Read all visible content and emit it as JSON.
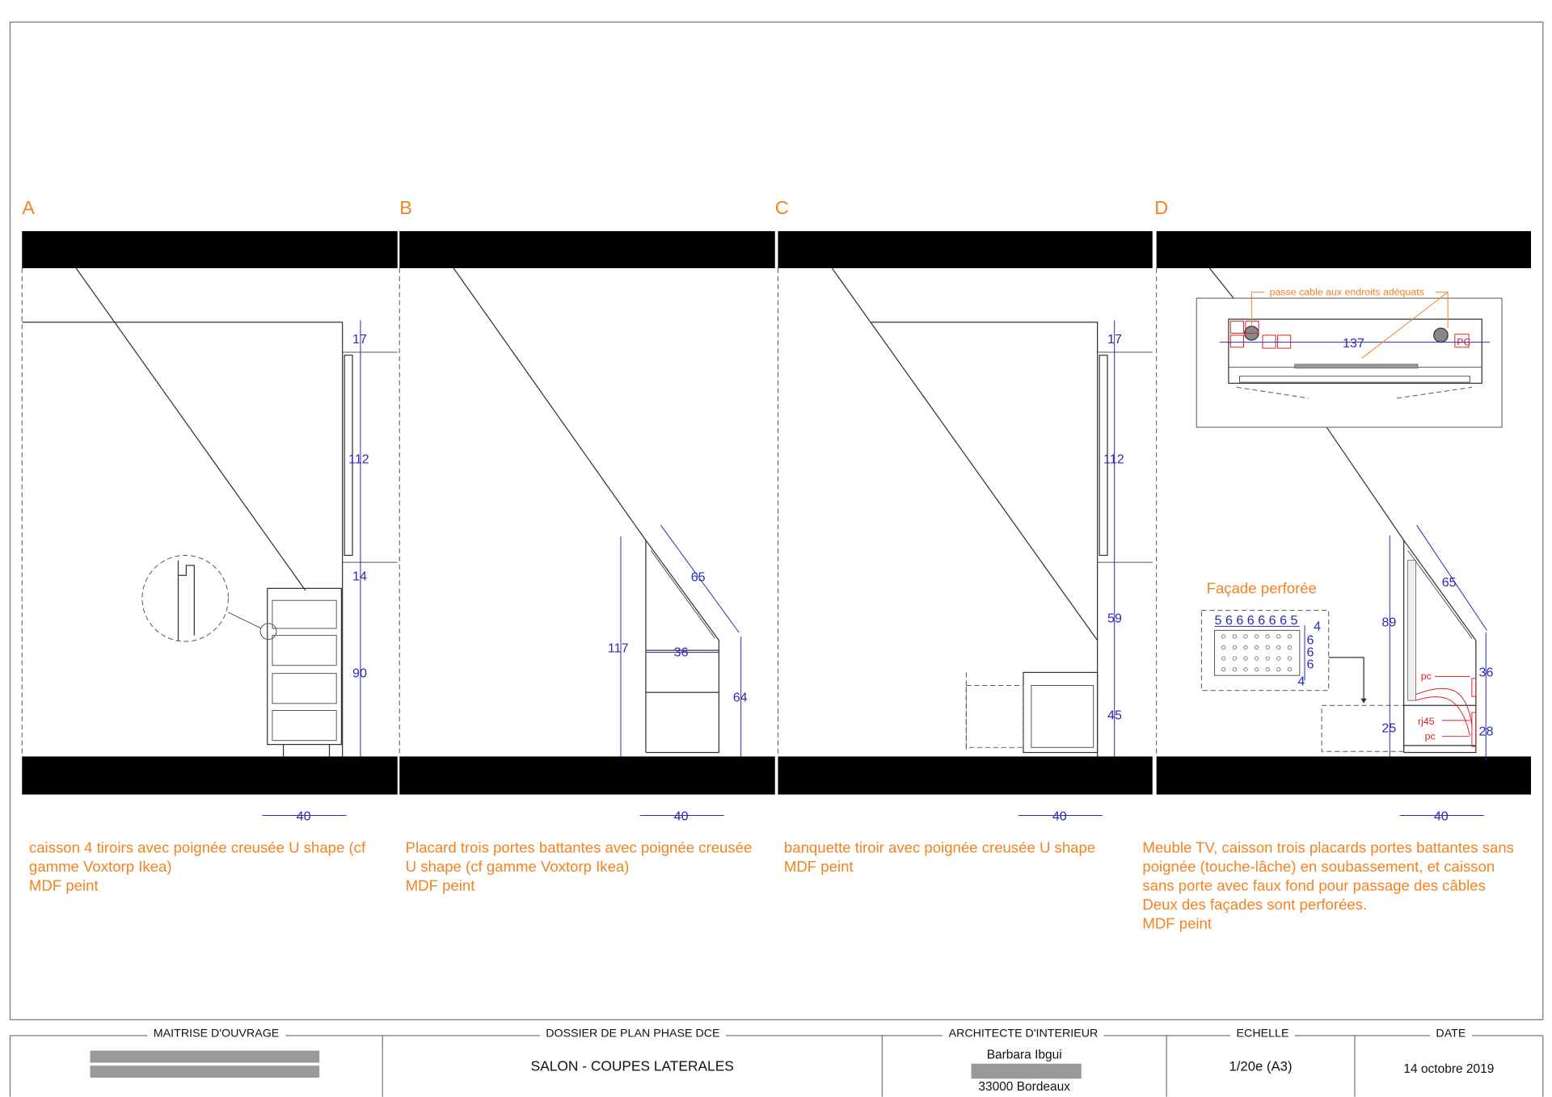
{
  "panels": [
    {
      "letter": "A",
      "dims": [
        "17",
        "112",
        "14",
        "90"
      ],
      "width_dim": "40",
      "desc": [
        "caisson 4 tiroirs avec poignée creusée U shape (cf",
        "gamme Voxtorp Ikea)",
        "MDF peint"
      ]
    },
    {
      "letter": "B",
      "dims": [
        "117",
        "65",
        "36",
        "64"
      ],
      "width_dim": "40",
      "desc": [
        "Placard trois portes battantes avec poignée creusée",
        "U shape (cf gamme Voxtorp Ikea)",
        "MDF peint"
      ]
    },
    {
      "letter": "C",
      "dims": [
        "17",
        "112",
        "59",
        "45"
      ],
      "width_dim": "40",
      "desc": [
        "banquette tiroir avec poignée creusée U shape",
        "MDF peint"
      ]
    },
    {
      "letter": "D",
      "dims": [
        "89",
        "25",
        "65",
        "36",
        "28"
      ],
      "width_dim": "40",
      "desc": [
        "Meuble TV, caisson trois placards portes battantes sans",
        "poignée (touche-lâche) en soubassement, et caisson",
        "sans porte avec faux fond pour passage des câbles",
        "Deux des façades sont perforées.",
        "MDF peint"
      ],
      "detail": {
        "note": "passe cable aux endroits adéquats",
        "length": "137",
        "pc": "PC"
      },
      "facade": {
        "title": "Façade perforée",
        "h_dims": [
          "5",
          "6",
          "6",
          "6",
          "6",
          "6",
          "6",
          "5"
        ],
        "v_dims": [
          "4",
          "6",
          "6",
          "6",
          "4"
        ]
      },
      "labels": {
        "pc1": "pc",
        "rj45": "rj45",
        "pc2": "pc"
      }
    }
  ],
  "title_block": {
    "owner_label": "MAITRISE D'OUVRAGE",
    "dossier_label": "DOSSIER DE PLAN PHASE DCE",
    "dossier_title": "SALON - COUPES LATERALES",
    "architect_label": "ARCHITECTE D'INTERIEUR",
    "architect_name": "Barbara Ibgui",
    "architect_city": "33000 Bordeaux",
    "scale_label": "ECHELLE",
    "scale": "1/20e (A3)",
    "date_label": "DATE",
    "date": "14 octobre 2019"
  },
  "colors": {
    "accent": "#f5821f",
    "dimension": "#2a2ab8",
    "electric": "#e02020"
  }
}
